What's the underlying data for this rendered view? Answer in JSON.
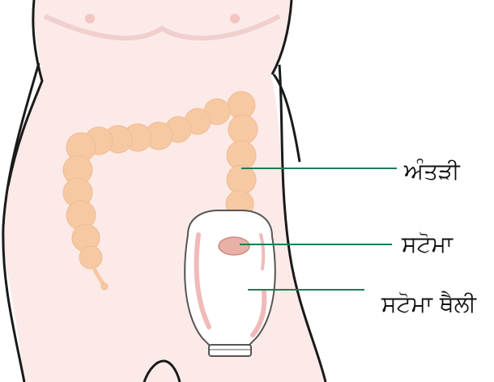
{
  "labels": {
    "intestine": "ਅੰਤੜੀ",
    "stoma": "ਸਟੋਮਾ",
    "stoma_bag": "ਸਟੋਮਾ ਥੈਲੀ"
  },
  "colors": {
    "skin": "#fbeae8",
    "outline": "#1a1a1a",
    "intestine": "#f6c9a3",
    "pouch_outline": "#555555",
    "pouch_shade": "#f2b9b9",
    "stoma": "#e8b0a6",
    "leader_line": "#1f7a55"
  }
}
